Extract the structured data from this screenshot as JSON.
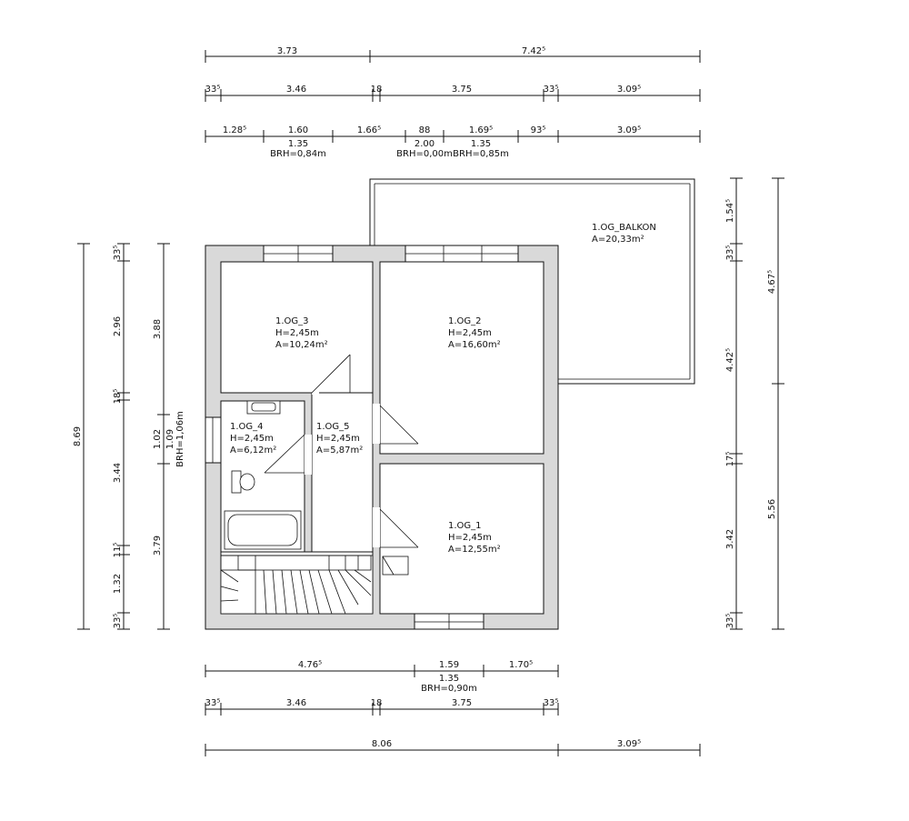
{
  "dimensions": {
    "top1": [
      "3.73",
      "7.42⁵"
    ],
    "top2": [
      "33⁵",
      "3.46",
      "18",
      "3.75",
      "33⁵",
      "3.09⁵"
    ],
    "top3": [
      "1.28⁵",
      "1.60",
      "1.66⁵",
      "88",
      "1.69⁵",
      "93⁵",
      "3.09⁵"
    ],
    "top3_sub": [
      "1.35",
      "BRH=0,84m",
      "2.00",
      "BRH=0,00m",
      "1.35",
      "BRH=0,85m"
    ],
    "left_outer": [
      "33⁵",
      "2.96",
      "18⁵",
      "3.44",
      "11⁵",
      "1.32",
      "33⁵",
      "8.69"
    ],
    "left_inner": [
      "3.88",
      "1.02",
      "1.09",
      "BRH=1,06m",
      "3.79"
    ],
    "right_inner": [
      "1.54⁵",
      "33⁵",
      "4.42⁵",
      "17⁵",
      "3.42",
      "33⁵"
    ],
    "right_outer": [
      "4.67⁵",
      "5.56"
    ],
    "bottom1": [
      "4.76⁵",
      "1.59",
      "1.70⁵",
      "1.35",
      "BRH=0,90m"
    ],
    "bottom2": [
      "33⁵",
      "3.46",
      "18",
      "3.75",
      "33⁵"
    ],
    "bottom3": [
      "8.06",
      "3.09⁵"
    ]
  },
  "rooms": [
    {
      "id": "1.OG_3",
      "h": "H=2,45m",
      "a": "A=10,24m²"
    },
    {
      "id": "1.OG_2",
      "h": "H=2,45m",
      "a": "A=16,60m²"
    },
    {
      "id": "1.OG_BALKON",
      "a": "A=20,33m²"
    },
    {
      "id": "1.OG_4",
      "h": "H=2,45m",
      "a": "A=6,12m²"
    },
    {
      "id": "1.OG_5",
      "h": "H=2,45m",
      "a": "A=5,87m²"
    },
    {
      "id": "1.OG_1",
      "h": "H=2,45m",
      "a": "A=12,55m²"
    }
  ]
}
